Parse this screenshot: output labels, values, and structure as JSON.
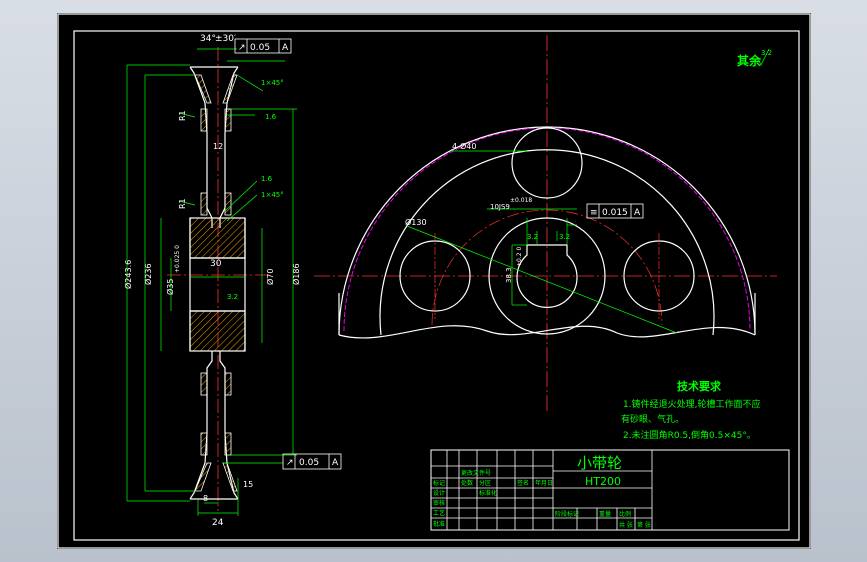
{
  "drawing": {
    "title": "小带轮",
    "material": "HT200",
    "surface_finish": "其余",
    "finish_value": "3.2"
  },
  "tech_requirements": {
    "heading": "技术要求",
    "line1": "1.铸件经退火处理,轮槽工作面不应",
    "line2": "有砂眼、气孔。",
    "line3": "2.未注圆角R0.5,倒角0.5×45°。"
  },
  "section_dims": {
    "groove_angle": "34°",
    "angle_tol": "±30′",
    "runout_top_value": "0.05",
    "runout_top_ref": "A",
    "runout_bottom_value": "0.05",
    "runout_bottom_ref": "A",
    "chamfer_top": "1×45°",
    "rough_1": "1.6",
    "rough_2": "1.6",
    "chamfer_mid": "1×45°",
    "r1_upper": "R1",
    "r1_lower": "R1",
    "dim_12": "12",
    "dim_30": "30",
    "dim_70": "Ø70",
    "dim_186": "Ø186",
    "dim_236": "Ø236",
    "dim_243": "Ø243.6",
    "bore": "Ø35",
    "bore_tol": "+0.025 0",
    "rough_bore": "3.2",
    "dim_8": "8",
    "dim_15": "15",
    "dim_24": "24"
  },
  "front_dims": {
    "holes_dia": "4-Ø40",
    "pitch_circle": "Ø130",
    "keyway_width": "10JS9",
    "keyway_tol": "±0.018",
    "sym_value": "0.015",
    "sym_ref": "A",
    "keyway_depth": "38.3",
    "keyway_depth_tol": "+0.2 0",
    "rough_key": "3.2",
    "rough_key2": "3.2"
  },
  "title_block": {
    "cells": [
      "标记",
      "处数",
      "分区",
      "更改文件号",
      "签名",
      "年月日",
      "设计",
      "标准化",
      "阶段标记",
      "重量",
      "比例",
      "审核",
      "工艺",
      "批准",
      "共 张",
      "第 张"
    ]
  },
  "colors": {
    "line": "#ffffff",
    "dimension": "#00ff00",
    "center": "#ff3030",
    "hatch": "#f0a000",
    "outline_magenta": "#ff00ff",
    "frame": "#ffffff"
  }
}
